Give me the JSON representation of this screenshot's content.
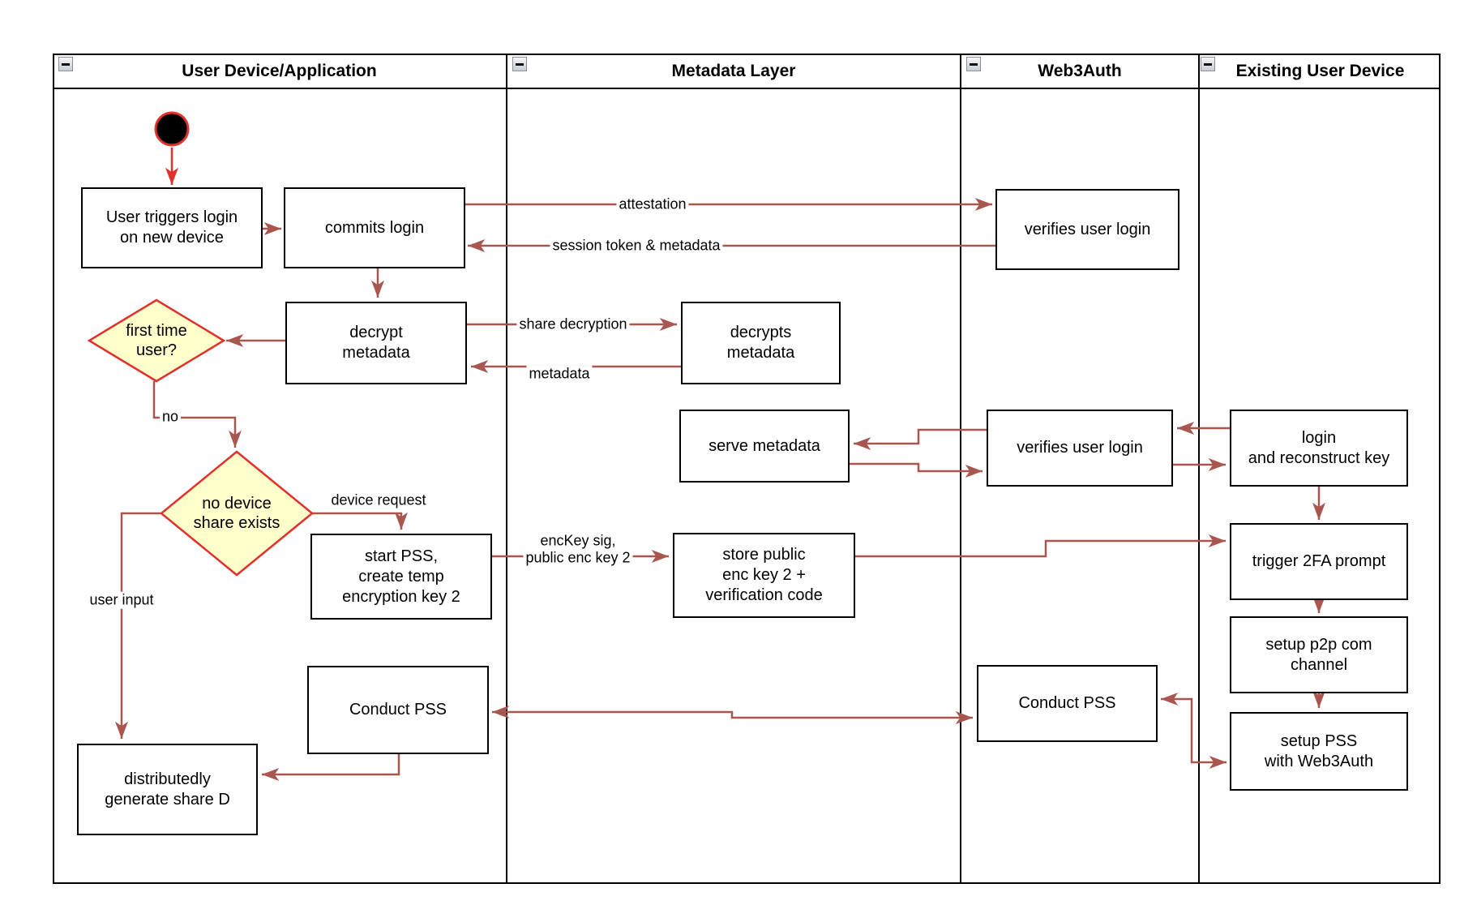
{
  "colors": {
    "arrow": "#A8564E",
    "accent_red": "#E0312A",
    "decision_fill": "#FFFFCC",
    "border": "#000000",
    "background": "#FFFFFF",
    "collapse_icon_bg": "#C9CDD4"
  },
  "lanes": [
    {
      "title": "User Device/Application"
    },
    {
      "title": "Metadata Layer"
    },
    {
      "title": "Web3Auth"
    },
    {
      "title": "Existing User Device"
    }
  ],
  "nodes": {
    "user_triggers": {
      "label": "User triggers login\non new device"
    },
    "commits_login": {
      "label": "commits login"
    },
    "decrypt_metadata": {
      "label": "decrypt\nmetadata"
    },
    "decrypts_metadata": {
      "label": "decrypts\nmetadata"
    },
    "serve_metadata": {
      "label": "serve metadata"
    },
    "store_public": {
      "label": "store public\nenc key 2 +\nverification code"
    },
    "start_pss": {
      "label": "start PSS,\ncreate temp\nencryption key 2"
    },
    "conduct_pss_user": {
      "label": "Conduct PSS"
    },
    "distributedly": {
      "label": "distributedly\ngenerate share D"
    },
    "verifies_login_1": {
      "label": "verifies user login"
    },
    "verifies_login_2": {
      "label": "verifies user login"
    },
    "conduct_pss_web3": {
      "label": "Conduct PSS"
    },
    "login_reconstruct": {
      "label": "login\nand reconstruct key"
    },
    "trigger_2fa": {
      "label": "trigger 2FA prompt"
    },
    "setup_p2p": {
      "label": "setup p2p com\nchannel"
    },
    "setup_pss": {
      "label": "setup PSS\nwith Web3Auth"
    }
  },
  "decisions": {
    "first_time": {
      "label": "first time\nuser?"
    },
    "no_device_share": {
      "label": "no device\nshare exists"
    }
  },
  "edge_labels": {
    "attestation": "attestation",
    "session_token": "session token & metadata",
    "share_decryption": "share decryption",
    "metadata": "metadata",
    "no": "no",
    "device_request": "device request",
    "user_input": "user input",
    "enc_key": "encKey sig,\npublic enc key 2"
  }
}
